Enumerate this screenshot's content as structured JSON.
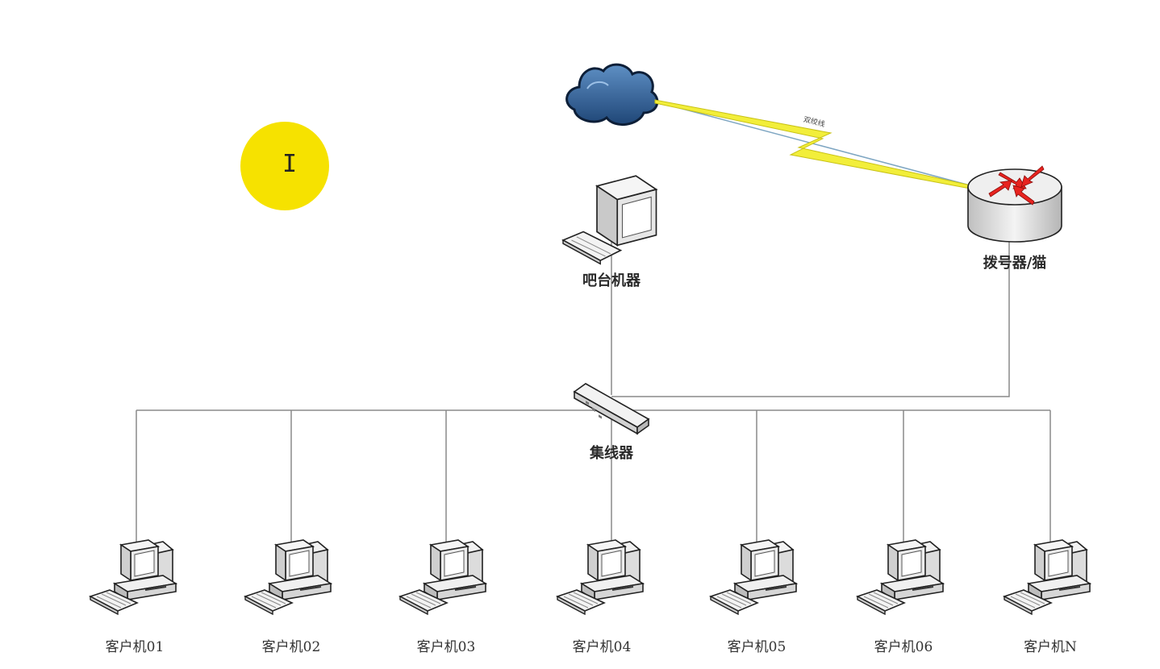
{
  "nodes": {
    "bar_machine": {
      "label": "吧台机器",
      "icon": "desktop-computer-icon"
    },
    "modem": {
      "label": "拨号器/猫",
      "icon": "router-icon"
    },
    "hub": {
      "label": "集线器",
      "icon": "hub-icon"
    },
    "internet": {
      "icon": "cloud-icon"
    }
  },
  "link": {
    "label": "双绞线",
    "color": "#f2ee3a"
  },
  "clients": [
    {
      "label": "客户机01"
    },
    {
      "label": "客户机02"
    },
    {
      "label": "客户机03"
    },
    {
      "label": "客户机04"
    },
    {
      "label": "客户机05"
    },
    {
      "label": "客户机06"
    },
    {
      "label": "客户机N"
    }
  ],
  "colors": {
    "cloud": "#2d5f95",
    "router_arrow": "#e8231f",
    "cursor": "#f6e200",
    "wire": "#8a8a8a"
  }
}
